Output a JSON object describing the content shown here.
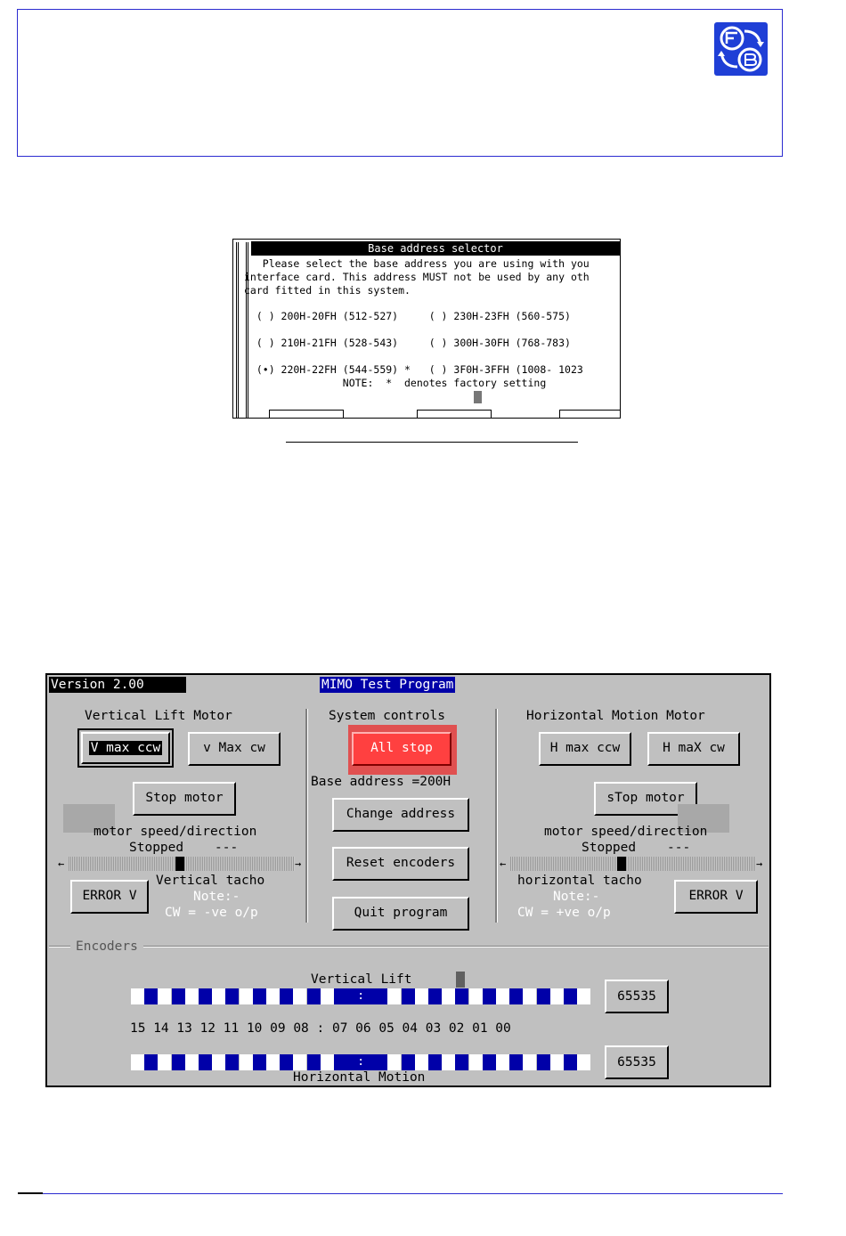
{
  "dialog": {
    "title": "Base address selector",
    "intro": [
      "   Please select the base address you are using with you",
      "interface card. This address MUST not be used by any oth",
      "card fitted in this system."
    ],
    "option_rows": [
      "  ( ) 200H-20FH (512-527)     ( ) 230H-23FH (560-575)",
      "  ( ) 210H-21FH (528-543)     ( ) 300H-30FH (768-783)",
      "  (•) 220H-22FH (544-559) *   ( ) 3F0H-3FFH (1008- 1023"
    ],
    "note": "                NOTE:  *  denotes factory setting"
  },
  "mimo": {
    "version": "Version 2.00",
    "title": "MIMO Test Program",
    "vertical": {
      "heading": "Vertical Lift Motor",
      "btn_vmax_ccw": "V max ccw",
      "btn_vmax_cw": "v Max cw",
      "btn_stop": "Stop motor",
      "speed_label": "motor speed/direction",
      "status": "Stopped    ---",
      "error": "ERROR V",
      "tacho": "Vertical tacho",
      "note": "Note:-",
      "cw": "CW = -ve o/p"
    },
    "system": {
      "heading": "System controls",
      "btn_allstop": "All stop",
      "base_address": "Base address =200H",
      "btn_change": "Change address",
      "btn_reset": "Reset encoders",
      "btn_quit": "Quit program"
    },
    "horizontal": {
      "heading": "Horizontal Motion Motor",
      "btn_hmax_ccw": "H max ccw",
      "btn_hmax_cw": "H maX cw",
      "btn_stop": "sTop motor",
      "speed_label": "motor speed/direction",
      "status": "Stopped    ---",
      "error": "ERROR V",
      "tacho": "horizontal tacho",
      "note": "Note:-",
      "cw": "CW = +ve o/p"
    },
    "encoders": {
      "label": "Encoders",
      "vertical_label": "Vertical Lift",
      "horizontal_label": "Horizontal Motion",
      "bit_numbers": "15 14 13 12 11 10 09 08 : 07 06 05 04 03 02 01 00",
      "separator": ":",
      "vertical_value": "65535",
      "horizontal_value": "65535"
    }
  },
  "colors": {
    "accent_blue": "#2b2bd0",
    "dos_blue": "#0000a8",
    "dos_grey": "#c0c0c0",
    "allstop_red": "#ff4040"
  }
}
